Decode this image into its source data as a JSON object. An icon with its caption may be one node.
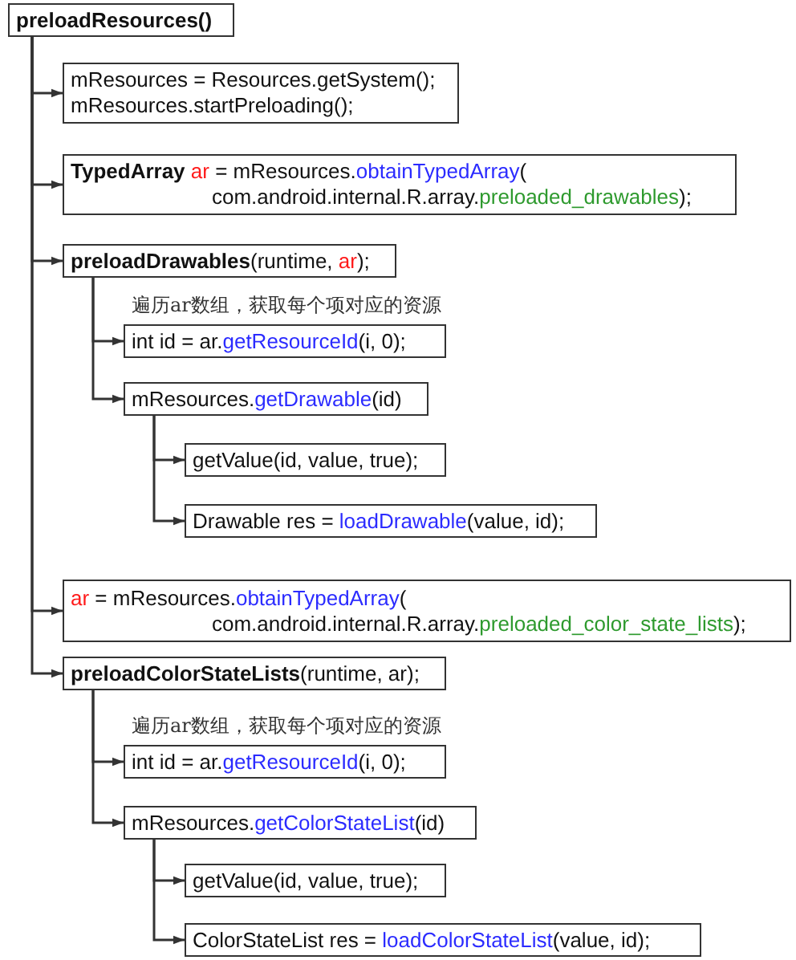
{
  "diagram": {
    "nodes": [
      {
        "text": [
          "preloadResources()"
        ]
      },
      {
        "text": [
          "mResources = Resources.getSystem();",
          "mResources.startPreloading();"
        ]
      },
      {
        "text": [
          "**TypedArray** ar = mResources.obtainTypedArray( com.android.internal.R.array.preloaded_drawables);"
        ]
      },
      {
        "text": [
          "**preloadDrawables**(runtime, ar);"
        ]
      },
      {
        "text": [
          "int id = ar.getResourceId(i, 0);"
        ]
      },
      {
        "text": [
          "mResources.getDrawable(id)"
        ]
      },
      {
        "text": [
          "getValue(id, value, true);"
        ]
      },
      {
        "text": [
          "Drawable res = loadDrawable(value, id);"
        ]
      },
      {
        "text": [
          "ar = mResources.obtainTypedArray( com.android.internal.R.array.preloaded_color_state_lists);"
        ]
      },
      {
        "text": [
          "**preloadColorStateLists**(runtime, ar);"
        ]
      },
      {
        "text": [
          "int id = ar.getResourceId(i, 0);"
        ]
      },
      {
        "text": [
          "mResources.getColorStateList(id)"
        ]
      },
      {
        "text": [
          "getValue(id, value, true);"
        ]
      },
      {
        "text": [
          "ColorStateList res = loadColorStateList(value, id);"
        ]
      }
    ],
    "edges": [
      {
        "from": 0,
        "to": 1,
        "arrow": "to"
      },
      {
        "from": 0,
        "to": 2,
        "arrow": "to"
      },
      {
        "from": 0,
        "to": 3,
        "arrow": "to"
      },
      {
        "from": 3,
        "to": 4,
        "arrow": "to"
      },
      {
        "from": 3,
        "to": 5,
        "arrow": "to"
      },
      {
        "from": 5,
        "to": 6,
        "arrow": "to"
      },
      {
        "from": 5,
        "to": 7,
        "arrow": "to"
      },
      {
        "from": 0,
        "to": 8,
        "arrow": "to"
      },
      {
        "from": 0,
        "to": 9,
        "arrow": "to"
      },
      {
        "from": 9,
        "to": 10,
        "arrow": "to"
      },
      {
        "from": 9,
        "to": 11,
        "arrow": "to"
      },
      {
        "from": 11,
        "to": 12,
        "arrow": "to"
      },
      {
        "from": 11,
        "to": 13,
        "arrow": "to"
      }
    ],
    "labels": [
      "遍历ar数组，获取每个项对应的资源",
      "遍历ar数组，获取每个项对应的资源"
    ]
  }
}
